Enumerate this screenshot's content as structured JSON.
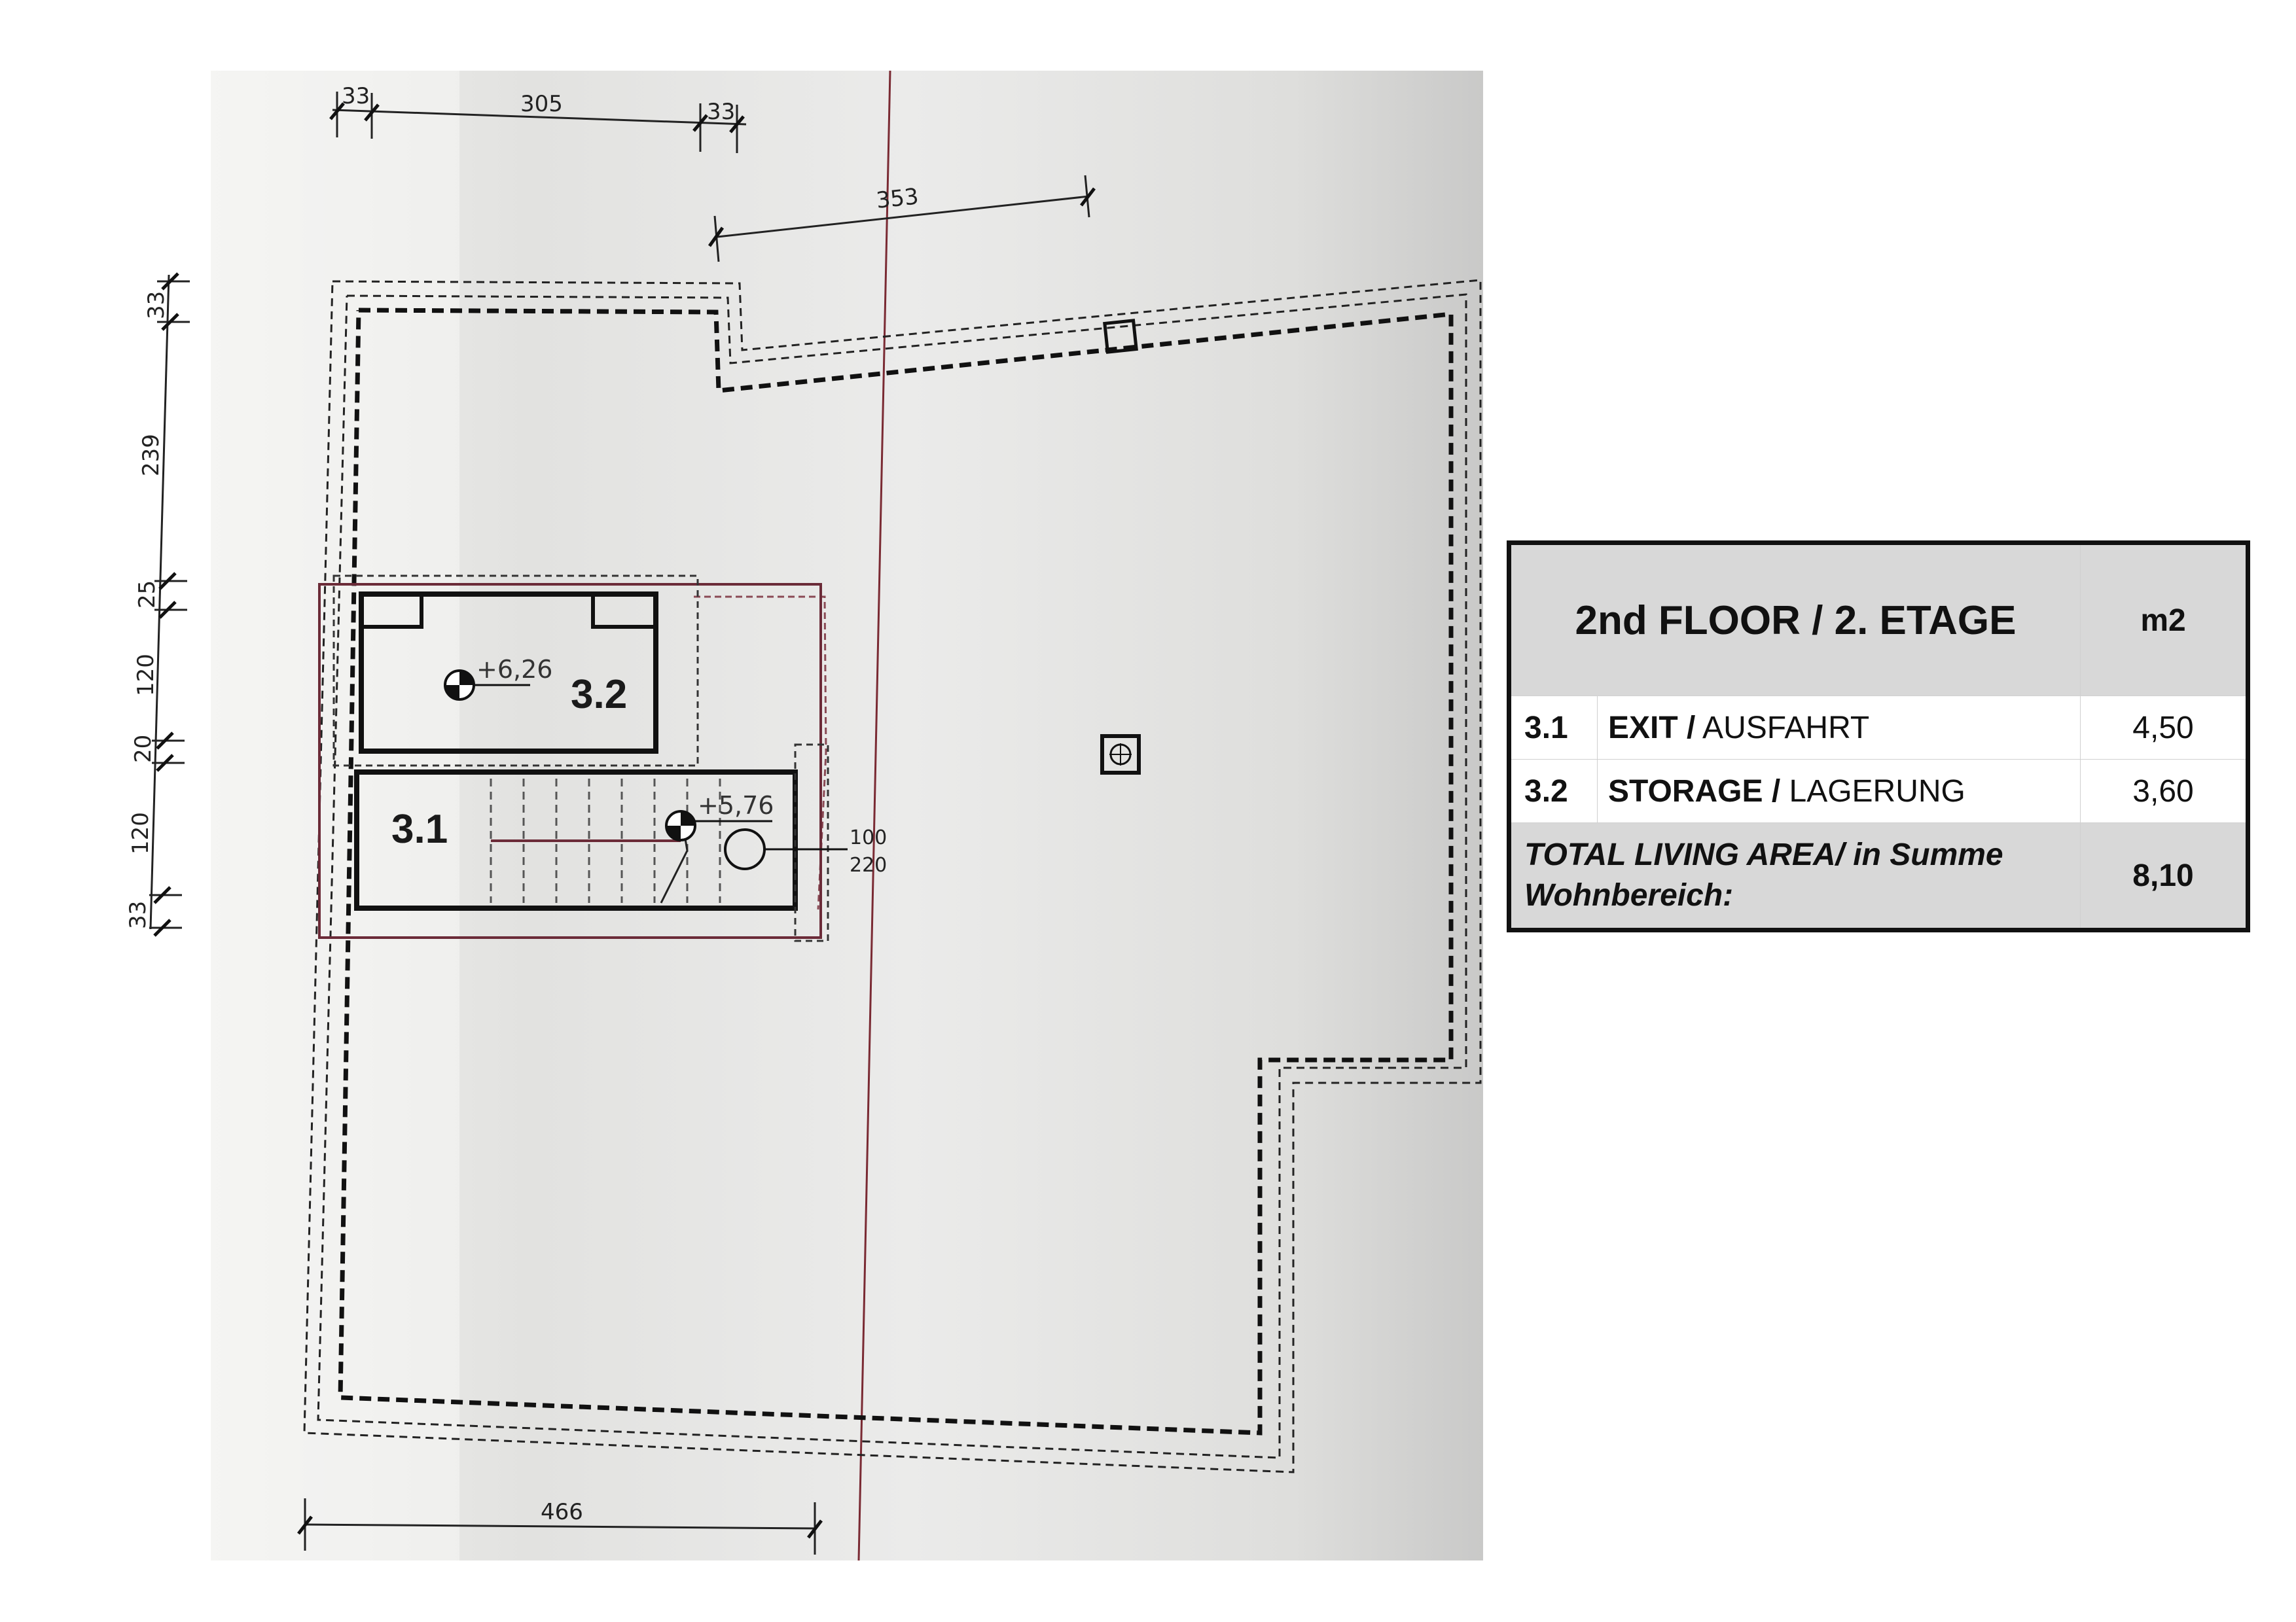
{
  "plan": {
    "dimensions": {
      "top_left_wall": "33",
      "top_width": "305",
      "top_right_wall": "33",
      "top_offset": "353",
      "left_wall_top": "33",
      "left_height_1": "239",
      "left_height_2": "25",
      "left_height_3": "120",
      "left_height_4": "20",
      "left_height_5": "120",
      "left_wall_bottom": "33",
      "bottom_width": "466"
    },
    "rooms": [
      {
        "id": "3.1",
        "elevation": "+5,76"
      },
      {
        "id": "3.2",
        "elevation": "+6,26"
      }
    ],
    "opening": {
      "width": "100",
      "height": "220"
    }
  },
  "legend": {
    "title": "2nd FLOOR / 2. ETAGE",
    "unit": "m2",
    "rows": [
      {
        "num": "3.1",
        "label_bold": "EXIT /",
        "label_regular": " AUSFAHRT",
        "value": "4,50"
      },
      {
        "num": "3.2",
        "label_bold": "STORAGE /",
        "label_regular": " LAGERUNG",
        "value": "3,60"
      }
    ],
    "total_label": "TOTAL LIVING AREA/ in Summe Wohnbereich:",
    "total_value": "8,10"
  }
}
